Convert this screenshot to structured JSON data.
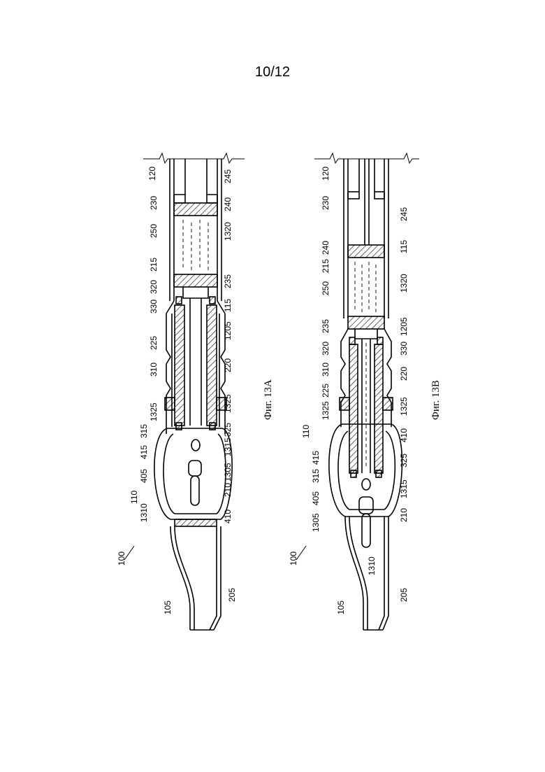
{
  "page_number": "10/12",
  "figures": [
    {
      "caption": "Фиг. 13А",
      "labels": [
        "120",
        "245",
        "230",
        "240",
        "250",
        "1320",
        "215",
        "320",
        "235",
        "330",
        "115",
        "225",
        "1205",
        "310",
        "220",
        "1325",
        "1325",
        "315",
        "325",
        "1315",
        "415",
        "405",
        "1305",
        "110",
        "1310",
        "210",
        "410",
        "100",
        "105",
        "205"
      ]
    },
    {
      "caption": "Фиг. 13В",
      "labels": [
        "120",
        "230",
        "245",
        "240",
        "215",
        "115",
        "250",
        "1320",
        "235",
        "1205",
        "320",
        "330",
        "310",
        "225",
        "220",
        "1325",
        "1325",
        "110",
        "415",
        "410",
        "315",
        "325",
        "405",
        "1315",
        "1305",
        "210",
        "1310",
        "100",
        "105",
        "205"
      ]
    }
  ]
}
